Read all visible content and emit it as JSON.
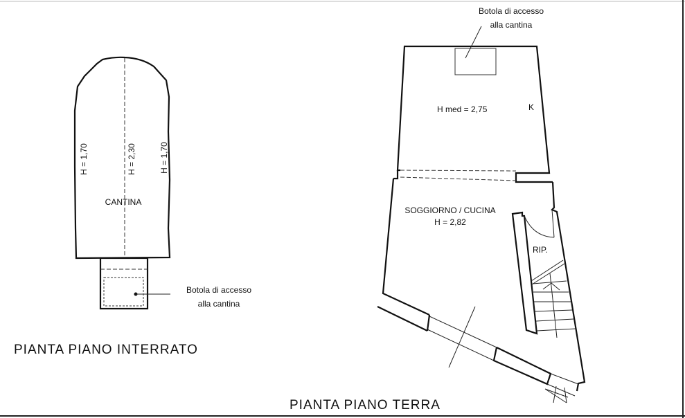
{
  "basement": {
    "room_label": "CANTINA",
    "height_left": "H = 1,70",
    "height_center": "H = 2,30",
    "height_right": "H = 1,70",
    "trapdoor_note_line1": "Botola di accesso",
    "trapdoor_note_line2": "alla cantina",
    "title": "PIANTA  PIANO  INTERRATO"
  },
  "ground": {
    "trapdoor_note_line1": "Botola di accesso",
    "trapdoor_note_line2": "alla cantina",
    "upper_room_height": "H med = 2,75",
    "upper_room_label": "K",
    "living_label": "SOGGIORNO / CUCINA",
    "living_height": "H = 2,82",
    "closet_label": "RIP.",
    "title": "PIANTA  PIANO  TERRA"
  }
}
